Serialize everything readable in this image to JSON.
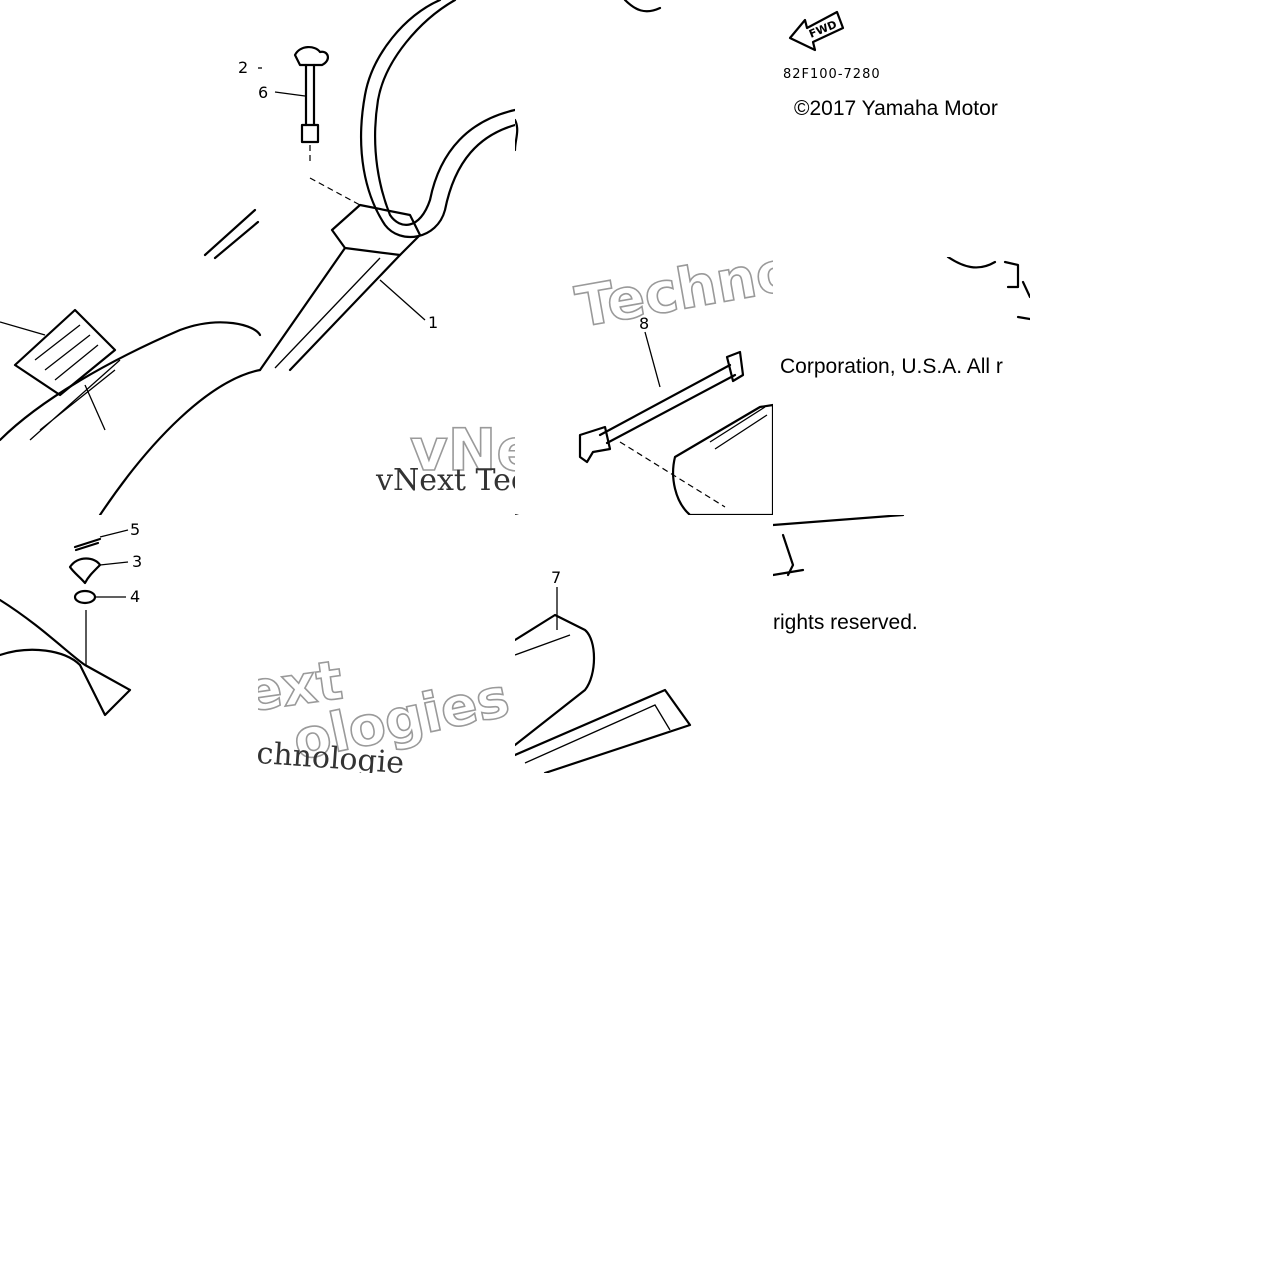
{
  "diagram": {
    "part_code": "82F100-7280",
    "direction_label": "FWD",
    "copyright_lines": [
      "©2017 Yamaha Motor",
      "Corporation, U.S.A. All r",
      "rights reserved."
    ],
    "callouts": [
      "1",
      "2",
      "3",
      "4",
      "5",
      "6",
      "7",
      "8"
    ],
    "watermark_fragments": [
      "Techno",
      "vNe",
      "vNext Tec",
      "ologies",
      "ext",
      "chnologie",
      "ologies"
    ]
  }
}
